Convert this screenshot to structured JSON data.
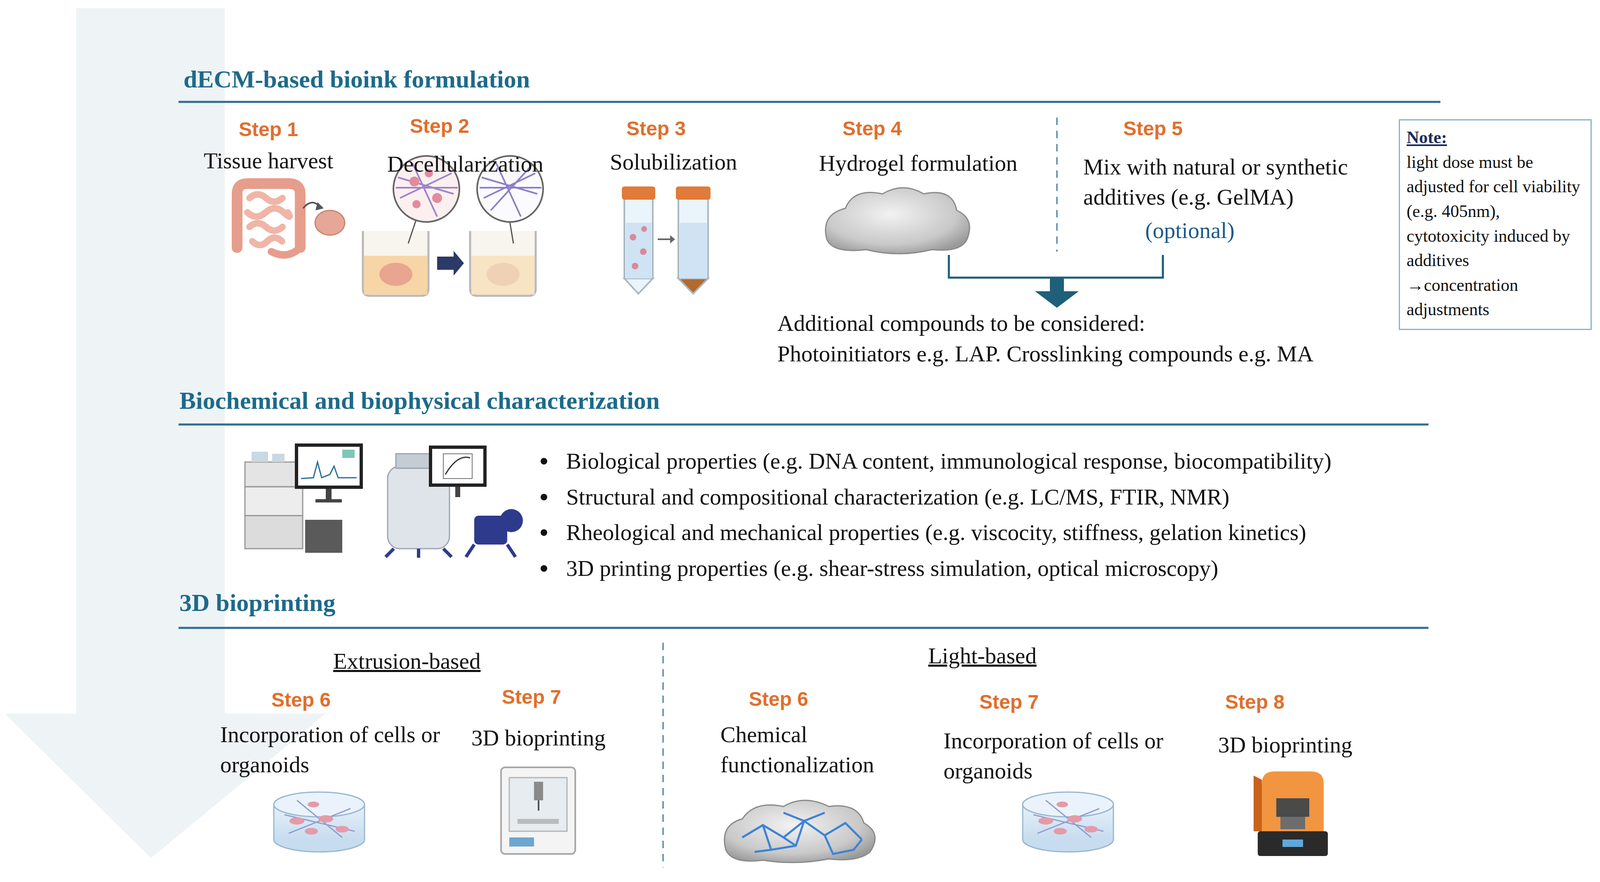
{
  "diagram": {
    "nodes": [
      {
        "text": [
          "Note:",
          "light dose must be adjusted for cell viability (e.g. 405nm), cytotoxicity induced by additives →concentration adjustments"
        ]
      }
    ],
    "labels": [
      "dECM-based bioink formulation",
      "Step 1",
      "Tissue harvest",
      "Step 2",
      "Decellularization",
      "Step 3",
      "Solubilization",
      "Step 4",
      "Hydrogel formulation",
      "Step 5",
      "Mix with natural or synthetic additives (e.g. GelMA)",
      "(optional)",
      "Additional compounds to be considered:",
      "Photoinitiators e.g. LAP. Crosslinking compounds e.g. MA",
      "Biochemical and biophysical characterization",
      "Biological properties (e.g. DNA content, immunological response, biocompatibility)",
      "Structural and compositional characterization (e.g. LC/MS, FTIR, NMR)",
      "Rheological and mechanical properties (e.g. viscocity, stiffness, gelation kinetics)",
      "3D printing properties (e.g. shear-stress simulation, optical microscopy)",
      "3D bioprinting",
      "Extrusion-based",
      "Step 6",
      "Incorporation of cells or organoids",
      "Step 7",
      "3D bioprinting",
      "Light-based",
      "Step 6",
      "Chemical functionalization",
      "Step 7",
      "Incorporation of cells or organoids",
      "Step 8",
      "3D bioprinting"
    ]
  }
}
